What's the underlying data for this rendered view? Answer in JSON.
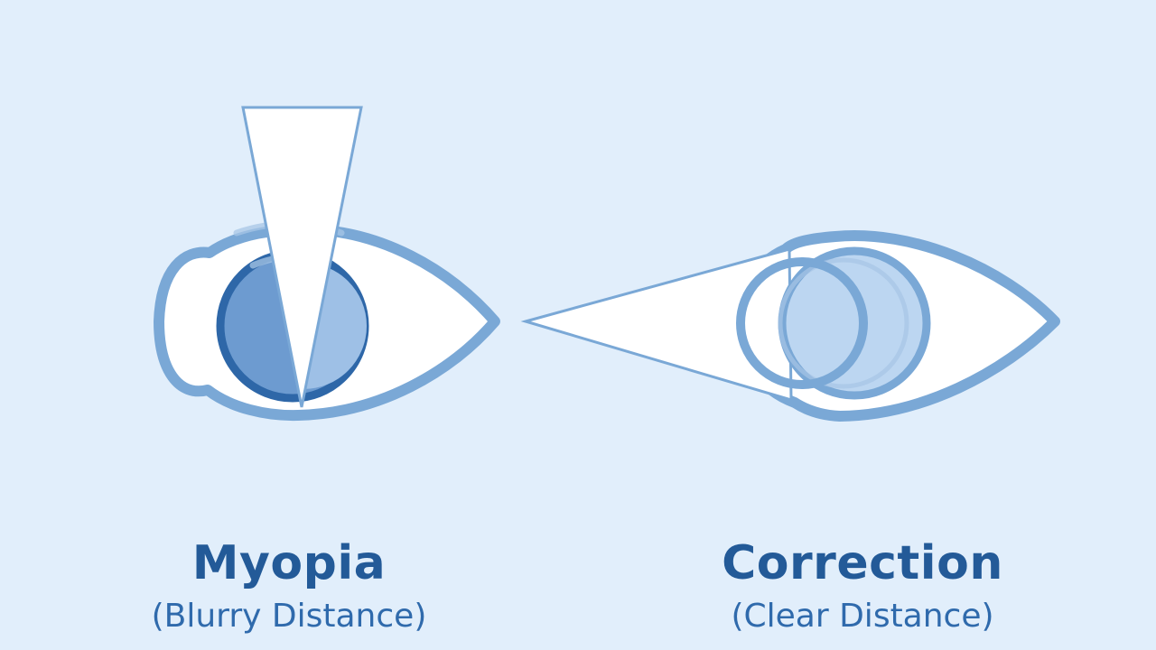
{
  "colors": {
    "background": "#e1eefb",
    "eye_outline": "#7aa8d6",
    "eye_white": "#ffffff",
    "pupil_ring": "#2e67a8",
    "pupil_fill": "#6d9bd0",
    "pupil_fill_light": "#9ec0e6",
    "lens_fill": "#bcd6f1",
    "lens_ring_light": "#a7c5e6",
    "light_beam_stroke": "#7aa8d6",
    "title_text": "#235a98",
    "subtitle_text": "#2f6aac"
  },
  "myopia": {
    "title": "Myopia",
    "subtitle": "(Blurry Distance)"
  },
  "correction": {
    "title": "Correction",
    "subtitle": "(Clear Distance)"
  }
}
